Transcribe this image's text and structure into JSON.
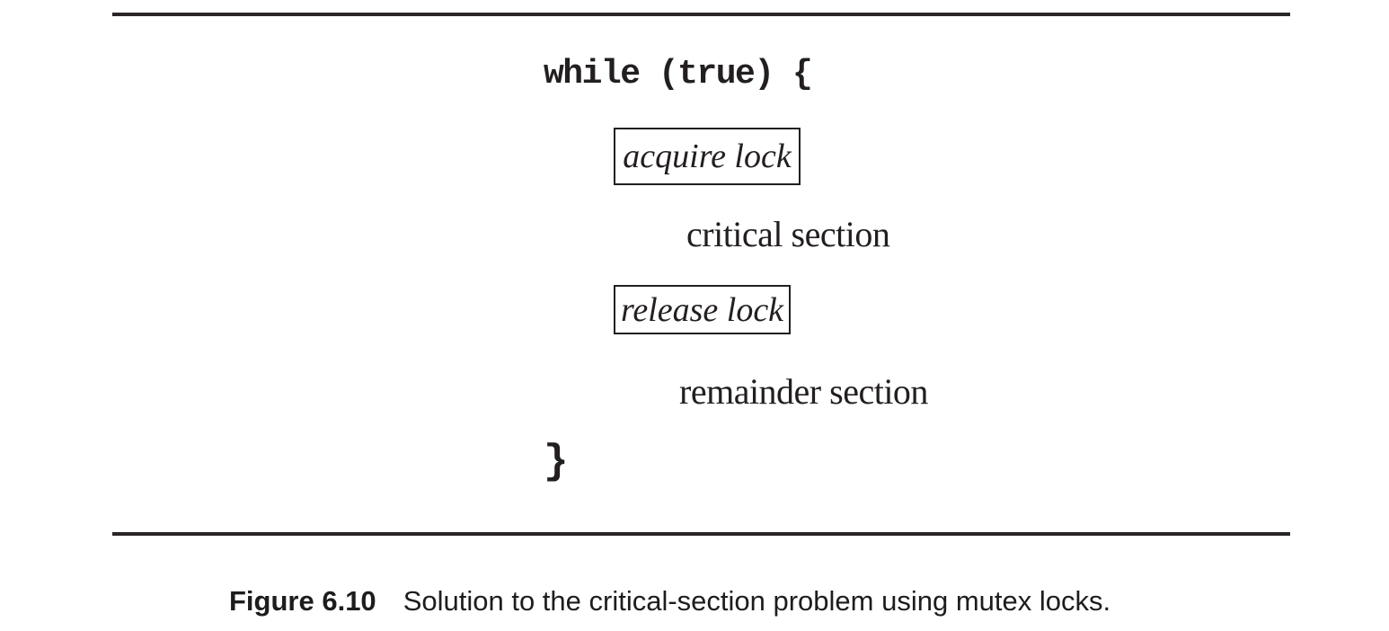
{
  "figure": {
    "pseudocode": {
      "loop_open": "while (true) {",
      "acquire_label": "acquire lock",
      "critical_label": "critical section",
      "release_label": "release lock",
      "remainder_label": "remainder section",
      "loop_close": "}"
    },
    "caption": {
      "number": "Figure 6.10",
      "text": "Solution to the critical-section problem using mutex locks."
    },
    "colors": {
      "ink": "#231f20",
      "rule": "#2a2627",
      "background": "#ffffff"
    }
  }
}
